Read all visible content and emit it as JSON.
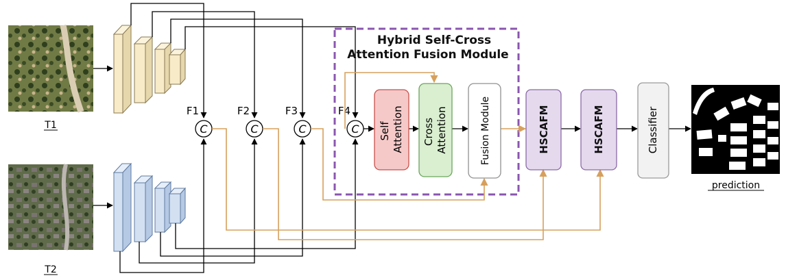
{
  "inputs": {
    "t1_label": "T1",
    "t2_label": "T2"
  },
  "features": {
    "f1": "F1",
    "f2": "F2",
    "f3": "F3",
    "f4": "F4",
    "concat_symbol": "C"
  },
  "module": {
    "title_line1": "Hybrid Self-Cross",
    "title_line2": "Attention Fusion Module",
    "self_attention": [
      "Self",
      "Attention"
    ],
    "cross_attention": [
      "Cross",
      "Attention"
    ],
    "fusion_module": "Fusion Module"
  },
  "blocks": {
    "hscafm_1": "HSCAFM",
    "hscafm_2": "HSCAFM",
    "classifier": "Classifier"
  },
  "output": {
    "prediction_label": "prediction"
  },
  "colors": {
    "encoder_t1": "#f7ebc8",
    "encoder_t2": "#d2e0f2",
    "self_attention_fill": "#f6c9c9",
    "self_attention_stroke": "#c8504b",
    "cross_attention_fill": "#d9efd0",
    "cross_attention_stroke": "#6aa55a",
    "hscafm_fill": "#e5d9ee",
    "hscafm_stroke": "#8a6aa6",
    "module_border": "#8a55b0",
    "skip_connection": "#d6a05c"
  }
}
